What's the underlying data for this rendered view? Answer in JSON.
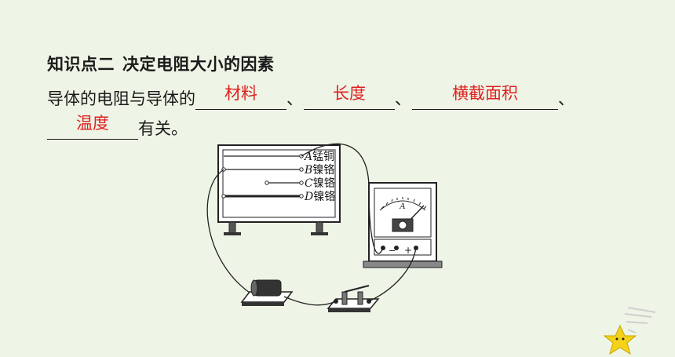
{
  "heading": {
    "prefix": "知识点二",
    "title": "决定电阻大小的因素"
  },
  "sentence": {
    "part1": "导体的电阻与导体的",
    "sep": "、",
    "end": "有关。",
    "answers": [
      "材料",
      "长度",
      "横截面积",
      "温度"
    ]
  },
  "diagram": {
    "wires": [
      {
        "letter": "A",
        "material": "锰铜"
      },
      {
        "letter": "B",
        "material": "镍铬"
      },
      {
        "letter": "C",
        "material": "镍铬"
      },
      {
        "letter": "D",
        "material": "镍铬"
      }
    ],
    "meter": {
      "symbol": "A",
      "minus": "−",
      "plus": "+"
    }
  },
  "colors": {
    "answer": "#e02020",
    "background": "#eef5e6"
  }
}
